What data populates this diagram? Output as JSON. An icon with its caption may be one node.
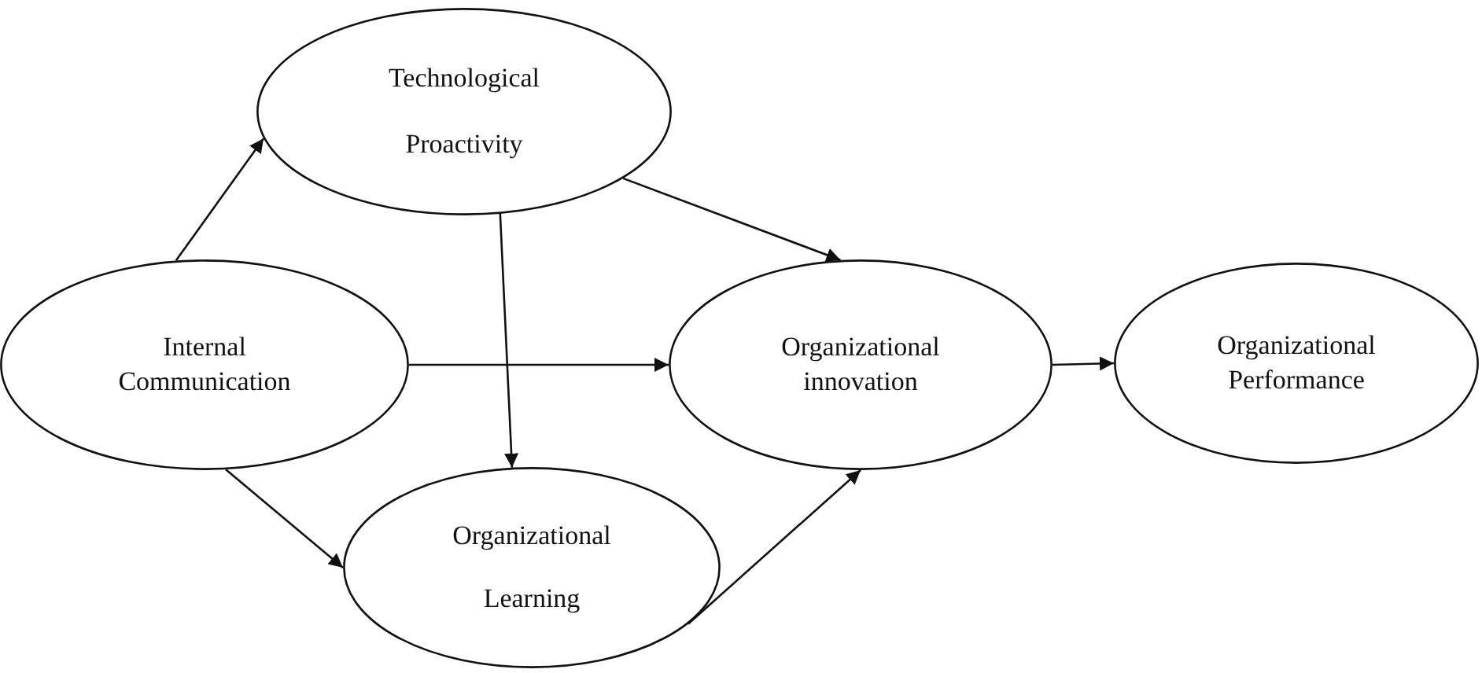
{
  "diagram": {
    "nodes": [
      {
        "text": [
          "Technological Proactivity"
        ]
      },
      {
        "text": [
          "Internal Communication"
        ]
      },
      {
        "text": [
          "Organizational innovation"
        ]
      },
      {
        "text": [
          "Organizational Performance"
        ]
      },
      {
        "text": [
          "Organizational Learning"
        ]
      }
    ],
    "edges": [
      {
        "from": 1,
        "to": 0,
        "arrow": "to"
      },
      {
        "from": 0,
        "to": 2,
        "arrow": "to"
      },
      {
        "from": 1,
        "to": 2,
        "arrow": "to"
      },
      {
        "from": 0,
        "to": 4,
        "arrow": "to"
      },
      {
        "from": 1,
        "to": 4,
        "arrow": "to"
      },
      {
        "from": 4,
        "to": 2,
        "arrow": "to"
      },
      {
        "from": 2,
        "to": 3,
        "arrow": "to"
      }
    ]
  }
}
